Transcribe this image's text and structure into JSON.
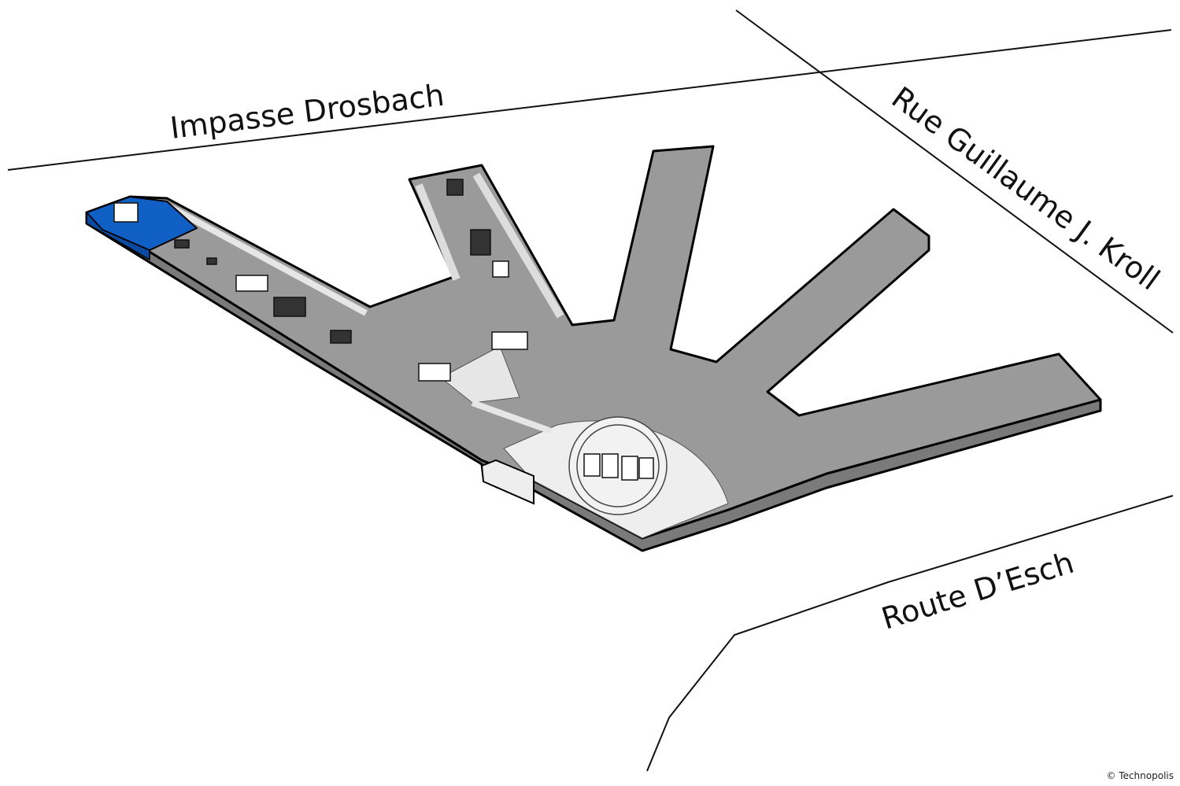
{
  "map": {
    "streets": [
      {
        "id": "impasse",
        "label": "Impasse Drosbach"
      },
      {
        "id": "guillaume",
        "label": "Rue Guillaume J. Kroll"
      },
      {
        "id": "esch",
        "label": "Route D’Esch"
      }
    ],
    "highlighted_zone": {
      "color": "#0f5fc4"
    },
    "colors": {
      "floor": "#9a9a9a",
      "floor_light": "#eeeeee",
      "outline": "#000000",
      "side": "#7a7a7a"
    }
  },
  "copyright": "© Technopolis"
}
